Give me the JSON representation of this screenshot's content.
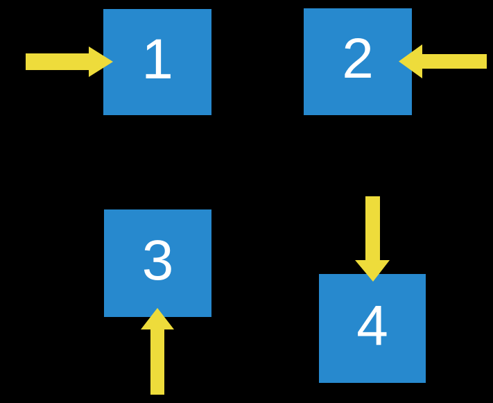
{
  "figure": {
    "description": "Four numbered blue squares on a black background, each indicated by a thick yellow arrow",
    "background": "#000000"
  },
  "colors": {
    "background": "#000000",
    "square": "#2789CE",
    "arrow": "#EEDC3B",
    "label": "#FFFFFF"
  },
  "squares": [
    {
      "label": "1",
      "arrow_direction": "from-left-pointing-right"
    },
    {
      "label": "2",
      "arrow_direction": "from-right-pointing-left"
    },
    {
      "label": "3",
      "arrow_direction": "from-below-pointing-up"
    },
    {
      "label": "4",
      "arrow_direction": "from-above-pointing-down"
    }
  ]
}
